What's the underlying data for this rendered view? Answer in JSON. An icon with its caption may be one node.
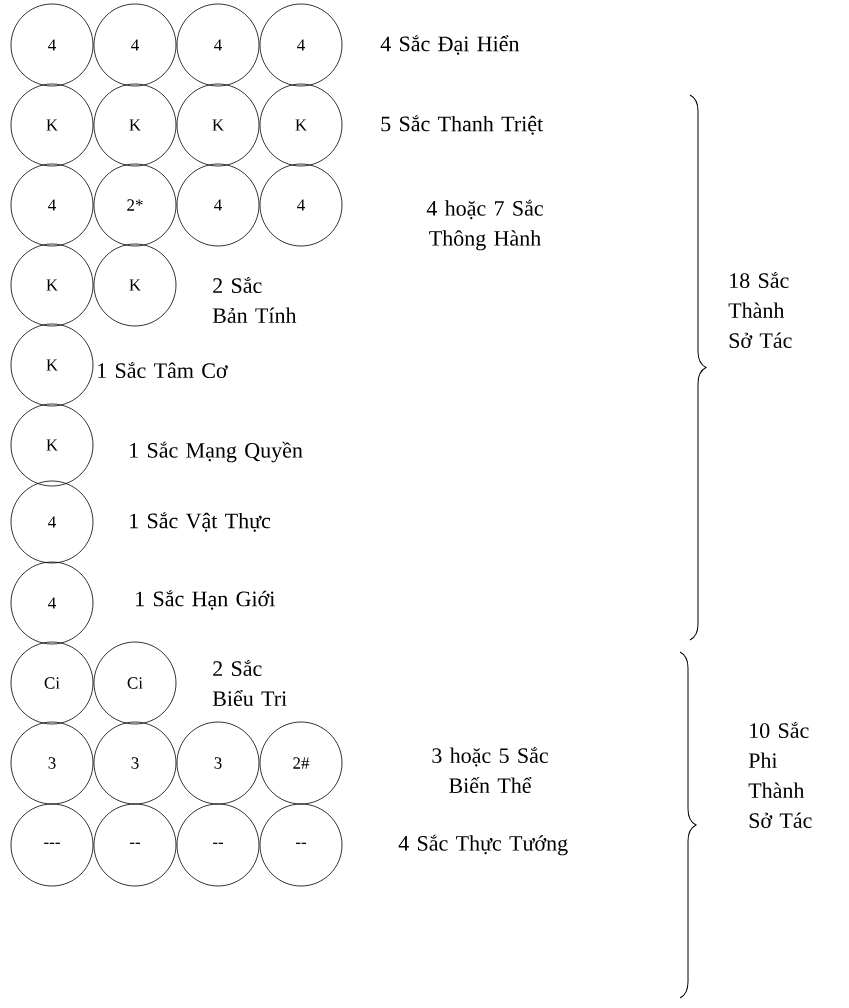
{
  "diagram": {
    "nodes": [
      {
        "text": [
          "4"
        ]
      },
      {
        "text": [
          "4"
        ]
      },
      {
        "text": [
          "4"
        ]
      },
      {
        "text": [
          "4"
        ]
      },
      {
        "text": [
          "K"
        ]
      },
      {
        "text": [
          "K"
        ]
      },
      {
        "text": [
          "K"
        ]
      },
      {
        "text": [
          "K"
        ]
      },
      {
        "text": [
          "4"
        ]
      },
      {
        "text": [
          "2*"
        ]
      },
      {
        "text": [
          "4"
        ]
      },
      {
        "text": [
          "4"
        ]
      },
      {
        "text": [
          "K"
        ]
      },
      {
        "text": [
          "K"
        ]
      },
      {
        "text": [
          "K"
        ]
      },
      {
        "text": [
          "K"
        ]
      },
      {
        "text": [
          "4"
        ]
      },
      {
        "text": [
          "4"
        ]
      },
      {
        "text": [
          "Ci"
        ]
      },
      {
        "text": [
          "Ci"
        ]
      },
      {
        "text": [
          "3"
        ]
      },
      {
        "text": [
          "3"
        ]
      },
      {
        "text": [
          "3"
        ]
      },
      {
        "text": [
          "2#"
        ]
      },
      {
        "text": [
          "---"
        ]
      },
      {
        "text": [
          "--"
        ]
      },
      {
        "text": [
          "--"
        ]
      },
      {
        "text": [
          "--"
        ]
      }
    ],
    "labels": [
      "4 Sắc Đại Hiển",
      "5 Sắc Thanh Triệt",
      "4 hoặc 7 Sắc Thông Hành",
      "2 Sắc Bản Tính",
      "18 Sắc Thành Sở Tác",
      "1 Sắc Tâm Cơ",
      "1 Sắc Mạng Quyền",
      "1 Sắc Vật Thực",
      "1 Sắc Hạn Giới",
      "2 Sắc Biểu Tri",
      "10 Sắc Phi Thành Sở Tác",
      "3 hoặc 5 Sắc Biến Thể",
      "4 Sắc Thực Tướng"
    ]
  }
}
